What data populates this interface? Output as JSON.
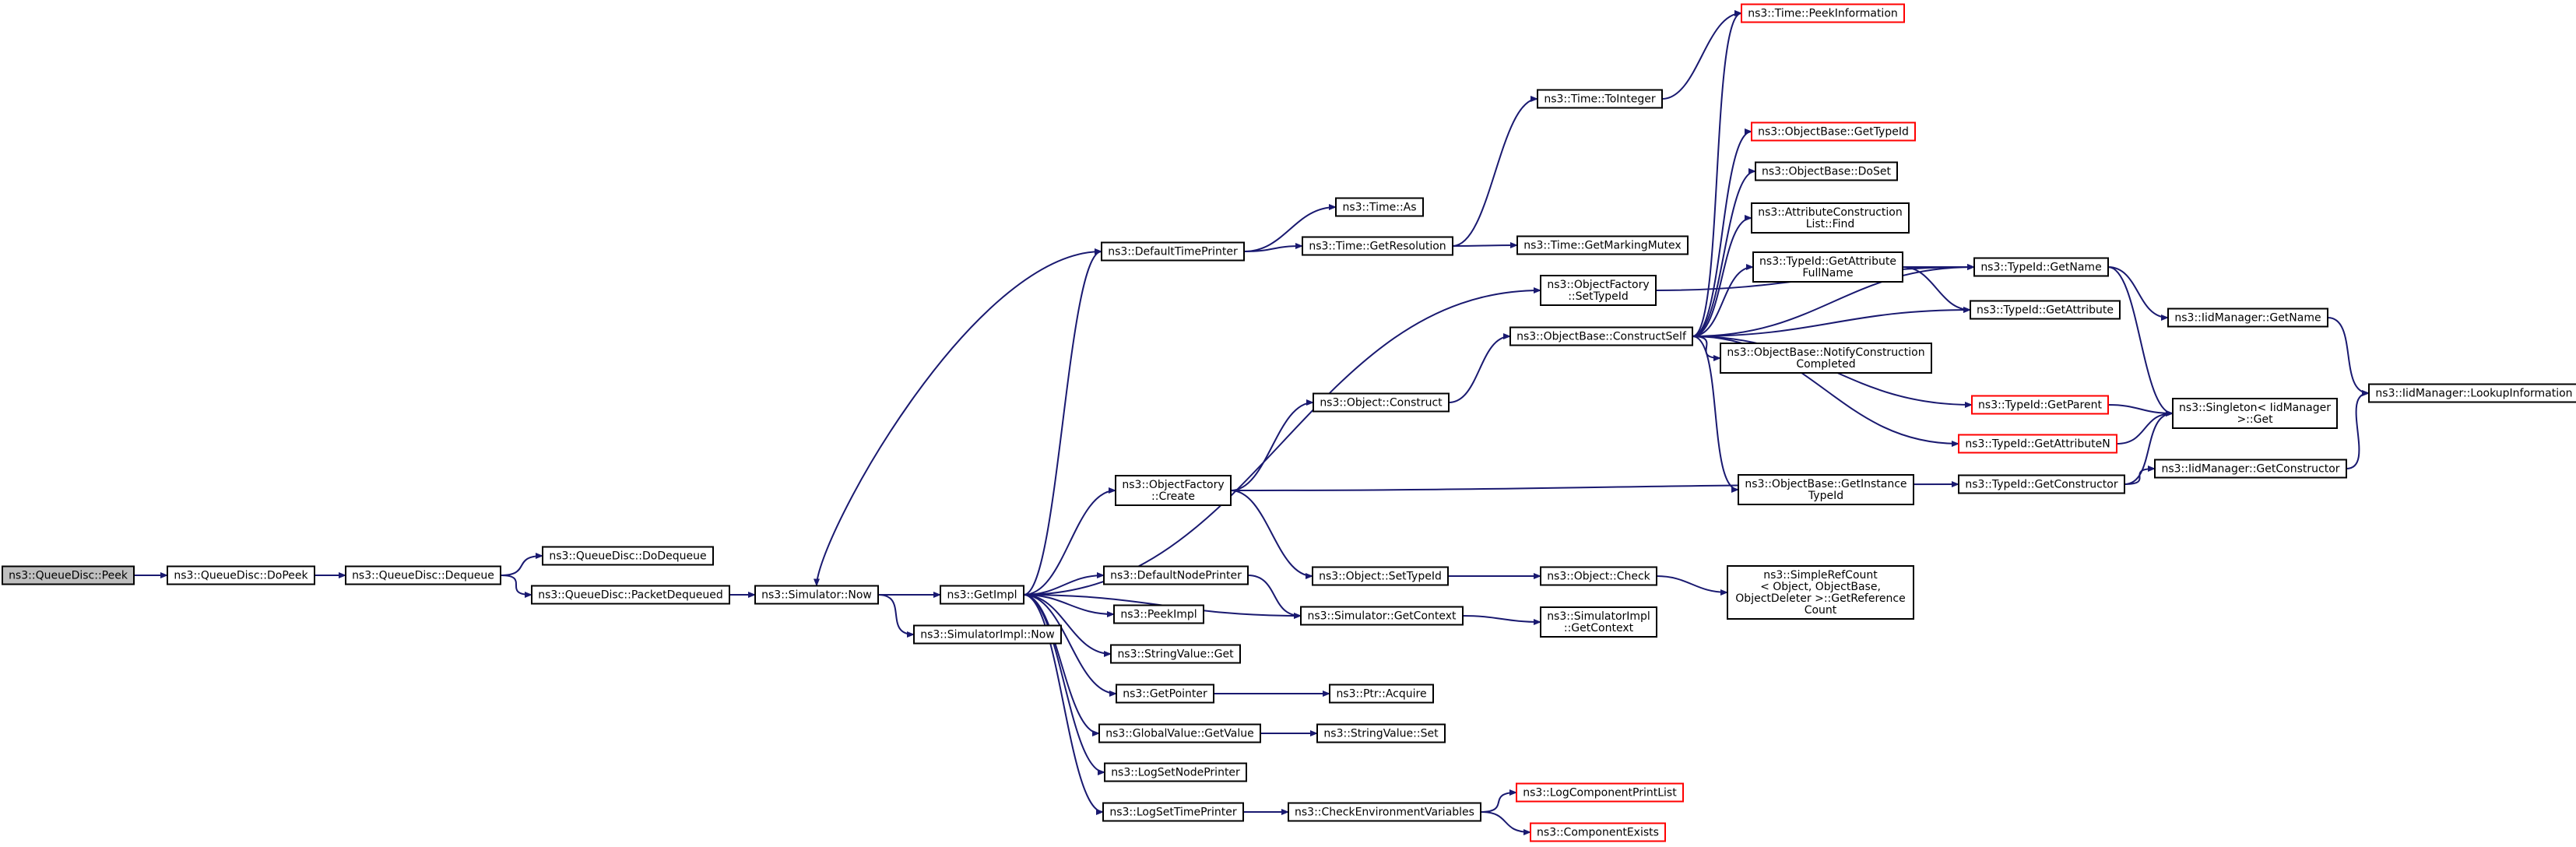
{
  "diagram": {
    "type": "call-graph",
    "colors": {
      "edge": "#191970",
      "node_border": "#000000",
      "truncated_border": "#ff0000",
      "root_fill": "#bfbfbf",
      "node_fill": "#ffffff"
    },
    "nodes": [
      {
        "id": "peek",
        "lines": [
          "ns3::QueueDisc::Peek"
        ],
        "root": true
      },
      {
        "id": "dopeek",
        "lines": [
          "ns3::QueueDisc::DoPeek"
        ]
      },
      {
        "id": "dequeue",
        "lines": [
          "ns3::QueueDisc::Dequeue"
        ]
      },
      {
        "id": "dodequeue",
        "lines": [
          "ns3::QueueDisc::DoDequeue"
        ]
      },
      {
        "id": "packetdequeued",
        "lines": [
          "ns3::QueueDisc::PacketDequeued"
        ]
      },
      {
        "id": "simnow",
        "lines": [
          "ns3::Simulator::Now"
        ]
      },
      {
        "id": "getimpl",
        "lines": [
          "ns3::GetImpl"
        ]
      },
      {
        "id": "simimplnow",
        "lines": [
          "ns3::SimulatorImpl::Now"
        ]
      },
      {
        "id": "defaulttimeprinter",
        "lines": [
          "ns3::DefaultTimePrinter"
        ]
      },
      {
        "id": "timeas",
        "lines": [
          "ns3::Time::As"
        ]
      },
      {
        "id": "getresolution",
        "lines": [
          "ns3::Time::GetResolution"
        ]
      },
      {
        "id": "tointeger",
        "lines": [
          "ns3::Time::ToInteger"
        ]
      },
      {
        "id": "peekinformation",
        "lines": [
          "ns3::Time::PeekInformation"
        ],
        "truncated": true
      },
      {
        "id": "getmarkingmutex",
        "lines": [
          "ns3::Time::GetMarkingMutex"
        ]
      },
      {
        "id": "objfactorysettypeid",
        "lines": [
          "ns3::ObjectFactory",
          "::SetTypeId"
        ]
      },
      {
        "id": "objfactorycreate",
        "lines": [
          "ns3::ObjectFactory",
          "::Create"
        ]
      },
      {
        "id": "objconstruct",
        "lines": [
          "ns3::Object::Construct"
        ]
      },
      {
        "id": "constructself",
        "lines": [
          "ns3::ObjectBase::ConstructSelf"
        ]
      },
      {
        "id": "objbasegettypeid",
        "lines": [
          "ns3::ObjectBase::GetTypeId"
        ],
        "truncated": true
      },
      {
        "id": "doset",
        "lines": [
          "ns3::ObjectBase::DoSet"
        ]
      },
      {
        "id": "attrconstructfind",
        "lines": [
          "ns3::AttributeConstruction",
          "List::Find"
        ]
      },
      {
        "id": "getattributefullname",
        "lines": [
          "ns3::TypeId::GetAttribute",
          "FullName"
        ]
      },
      {
        "id": "typeidgetname",
        "lines": [
          "ns3::TypeId::GetName"
        ]
      },
      {
        "id": "iidgetname",
        "lines": [
          "ns3::IidManager::GetName"
        ]
      },
      {
        "id": "typeidgetattribute",
        "lines": [
          "ns3::TypeId::GetAttribute"
        ]
      },
      {
        "id": "notifyconstruction",
        "lines": [
          "ns3::ObjectBase::NotifyConstruction",
          "Completed"
        ]
      },
      {
        "id": "typeidgetparent",
        "lines": [
          "ns3::TypeId::GetParent"
        ],
        "truncated": true
      },
      {
        "id": "singletonget",
        "lines": [
          "ns3::Singleton< IidManager",
          ">::Get"
        ]
      },
      {
        "id": "lookupinformation",
        "lines": [
          "ns3::IidManager::LookupInformation"
        ]
      },
      {
        "id": "typeidgetattributen",
        "lines": [
          "ns3::TypeId::GetAttributeN"
        ],
        "truncated": true
      },
      {
        "id": "getinstancetypeid",
        "lines": [
          "ns3::ObjectBase::GetInstance",
          "TypeId"
        ]
      },
      {
        "id": "typeidgetconstructor",
        "lines": [
          "ns3::TypeId::GetConstructor"
        ]
      },
      {
        "id": "iidgetconstructor",
        "lines": [
          "ns3::IidManager::GetConstructor"
        ]
      },
      {
        "id": "objsettypeid",
        "lines": [
          "ns3::Object::SetTypeId"
        ]
      },
      {
        "id": "objcheck",
        "lines": [
          "ns3::Object::Check"
        ]
      },
      {
        "id": "simplerefcount",
        "lines": [
          "ns3::SimpleRefCount",
          "< Object, ObjectBase,",
          " ObjectDeleter >::GetReference",
          "Count"
        ]
      },
      {
        "id": "defaultnodeprinter",
        "lines": [
          "ns3::DefaultNodePrinter"
        ]
      },
      {
        "id": "simgetcontext",
        "lines": [
          "ns3::Simulator::GetContext"
        ]
      },
      {
        "id": "simimplgetcontext",
        "lines": [
          "ns3::SimulatorImpl",
          "::GetContext"
        ]
      },
      {
        "id": "peekimpl",
        "lines": [
          "ns3::PeekImpl"
        ]
      },
      {
        "id": "stringvalueget",
        "lines": [
          "ns3::StringValue::Get"
        ]
      },
      {
        "id": "getpointer",
        "lines": [
          "ns3::GetPointer"
        ]
      },
      {
        "id": "ptracquire",
        "lines": [
          "ns3::Ptr::Acquire"
        ]
      },
      {
        "id": "globalvaluegetvalue",
        "lines": [
          "ns3::GlobalValue::GetValue"
        ]
      },
      {
        "id": "stringvalueset",
        "lines": [
          "ns3::StringValue::Set"
        ]
      },
      {
        "id": "logsetnodeprinter",
        "lines": [
          "ns3::LogSetNodePrinter"
        ]
      },
      {
        "id": "logsettimeprinter",
        "lines": [
          "ns3::LogSetTimePrinter"
        ]
      },
      {
        "id": "checkenvvars",
        "lines": [
          "ns3::CheckEnvironmentVariables"
        ]
      },
      {
        "id": "logcomponentprintlist",
        "lines": [
          "ns3::LogComponentPrintList"
        ],
        "truncated": true
      },
      {
        "id": "componentexists",
        "lines": [
          "ns3::ComponentExists"
        ],
        "truncated": true
      }
    ],
    "edges": [
      [
        "peek",
        "dopeek"
      ],
      [
        "dopeek",
        "dequeue"
      ],
      [
        "dequeue",
        "dodequeue"
      ],
      [
        "dequeue",
        "packetdequeued"
      ],
      [
        "packetdequeued",
        "simnow"
      ],
      [
        "simnow",
        "getimpl"
      ],
      [
        "simnow",
        "simimplnow"
      ],
      [
        "defaulttimeprinter",
        "simnow"
      ],
      [
        "getimpl",
        "defaulttimeprinter"
      ],
      [
        "getimpl",
        "objfactorysettypeid"
      ],
      [
        "getimpl",
        "objfactorycreate"
      ],
      [
        "getimpl",
        "defaultnodeprinter"
      ],
      [
        "getimpl",
        "simgetcontext"
      ],
      [
        "getimpl",
        "peekimpl"
      ],
      [
        "getimpl",
        "stringvalueget"
      ],
      [
        "getimpl",
        "getpointer"
      ],
      [
        "getimpl",
        "globalvaluegetvalue"
      ],
      [
        "getimpl",
        "logsetnodeprinter"
      ],
      [
        "getimpl",
        "logsettimeprinter"
      ],
      [
        "defaulttimeprinter",
        "timeas"
      ],
      [
        "defaulttimeprinter",
        "getresolution"
      ],
      [
        "getresolution",
        "tointeger"
      ],
      [
        "getresolution",
        "getmarkingmutex"
      ],
      [
        "tointeger",
        "peekinformation"
      ],
      [
        "objfactorysettypeid",
        "typeidgetname"
      ],
      [
        "objfactorycreate",
        "objconstruct"
      ],
      [
        "objfactorycreate",
        "objsettypeid"
      ],
      [
        "objfactorycreate",
        "typeidgetconstructor"
      ],
      [
        "objconstruct",
        "constructself"
      ],
      [
        "constructself",
        "objbasegettypeid"
      ],
      [
        "constructself",
        "doset"
      ],
      [
        "constructself",
        "attrconstructfind"
      ],
      [
        "constructself",
        "getattributefullname"
      ],
      [
        "constructself",
        "typeidgetname"
      ],
      [
        "constructself",
        "typeidgetattribute"
      ],
      [
        "constructself",
        "notifyconstruction"
      ],
      [
        "constructself",
        "typeidgetparent"
      ],
      [
        "constructself",
        "typeidgetattributen"
      ],
      [
        "constructself",
        "getinstancetypeid"
      ],
      [
        "constructself",
        "peekinformation"
      ],
      [
        "getattributefullname",
        "typeidgetname"
      ],
      [
        "getattributefullname",
        "typeidgetattribute"
      ],
      [
        "typeidgetname",
        "iidgetname"
      ],
      [
        "typeidgetname",
        "singletonget"
      ],
      [
        "iidgetname",
        "lookupinformation"
      ],
      [
        "typeidgetparent",
        "singletonget"
      ],
      [
        "typeidgetattributen",
        "singletonget"
      ],
      [
        "typeidgetconstructor",
        "singletonget"
      ],
      [
        "typeidgetconstructor",
        "iidgetconstructor"
      ],
      [
        "iidgetconstructor",
        "lookupinformation"
      ],
      [
        "objsettypeid",
        "objcheck"
      ],
      [
        "objcheck",
        "simplerefcount"
      ],
      [
        "defaultnodeprinter",
        "simgetcontext"
      ],
      [
        "simgetcontext",
        "simimplgetcontext"
      ],
      [
        "getpointer",
        "ptracquire"
      ],
      [
        "globalvaluegetvalue",
        "stringvalueset"
      ],
      [
        "logsettimeprinter",
        "checkenvvars"
      ],
      [
        "checkenvvars",
        "logcomponentprintlist"
      ],
      [
        "checkenvvars",
        "componentexists"
      ]
    ]
  }
}
